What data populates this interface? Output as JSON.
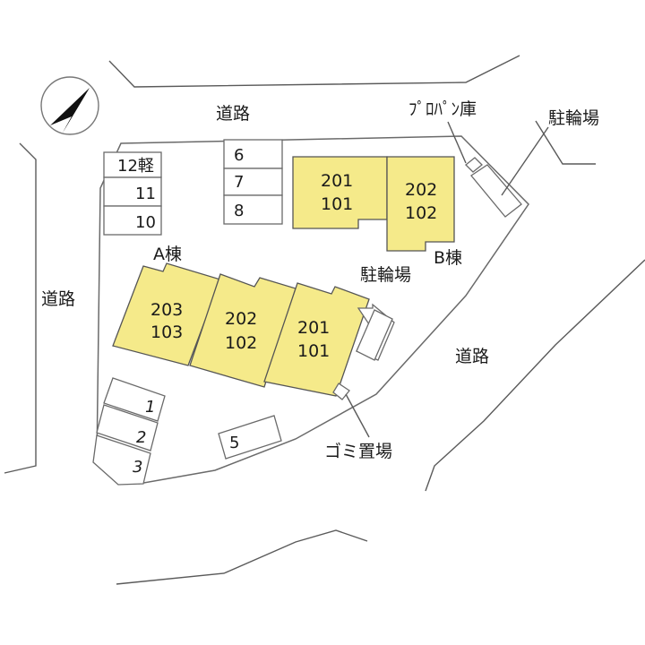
{
  "roads": {
    "top": "道路",
    "left": "道路",
    "right": "道路"
  },
  "facilities": {
    "propane": "ﾌﾟﾛﾊﾟﾝ庫",
    "bike_top": "駐輪場",
    "bike_mid": "駐輪場",
    "garbage": "ゴミ置場"
  },
  "buildings": {
    "a_label": "A棟",
    "b_label": "B棟",
    "a_units": [
      {
        "upper": "203",
        "lower": "103"
      },
      {
        "upper": "202",
        "lower": "102"
      },
      {
        "upper": "201",
        "lower": "101"
      }
    ],
    "b_units": [
      {
        "upper": "201",
        "lower": "101"
      },
      {
        "upper": "202",
        "lower": "102"
      }
    ]
  },
  "parking": {
    "left_stack": [
      "12軽",
      "11",
      "10"
    ],
    "top_stack": [
      "6",
      "7",
      "8"
    ],
    "bottom_left": [
      "1",
      "2",
      "3"
    ],
    "single": "5"
  },
  "compass": "north-arrow-icon"
}
